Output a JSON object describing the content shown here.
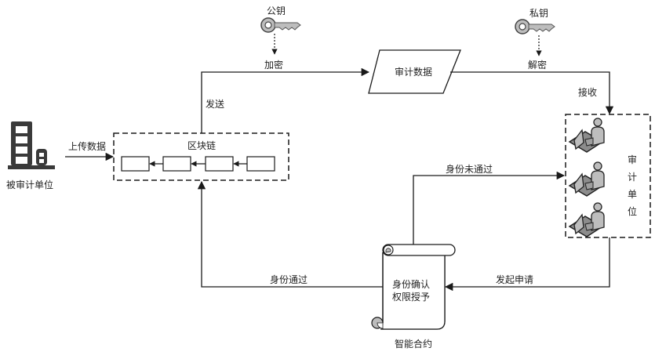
{
  "diagram": {
    "nodes": {
      "audited_unit": {
        "label": "被审计单位",
        "icon": "building-icon"
      },
      "blockchain": {
        "label": "区块链",
        "block_count": 4
      },
      "audit_data": {
        "label": "审计数据",
        "shape": "parallelogram"
      },
      "audit_unit": {
        "label": "审计单位",
        "icon": "auditor-workstation-icon",
        "workstation_count": 3
      },
      "smart_contract": {
        "label": "智能合约",
        "body_line1": "身份确认",
        "body_line2": "权限授予",
        "shape": "scroll"
      },
      "public_key": {
        "label": "公钥",
        "icon": "key-icon"
      },
      "private_key": {
        "label": "私钥",
        "icon": "key-icon"
      }
    },
    "edges": {
      "upload": "上传数据",
      "send": "发送",
      "encrypt": "加密",
      "decrypt": "解密",
      "receive": "接收",
      "identity_failed": "身份未通过",
      "identity_passed": "身份通过",
      "apply": "发起申请"
    },
    "colors": {
      "line": "#1a1a1a",
      "icon_dark": "#3a3a3a",
      "icon_gray": "#8c8c8c",
      "icon_light": "#bdbdbd"
    }
  }
}
